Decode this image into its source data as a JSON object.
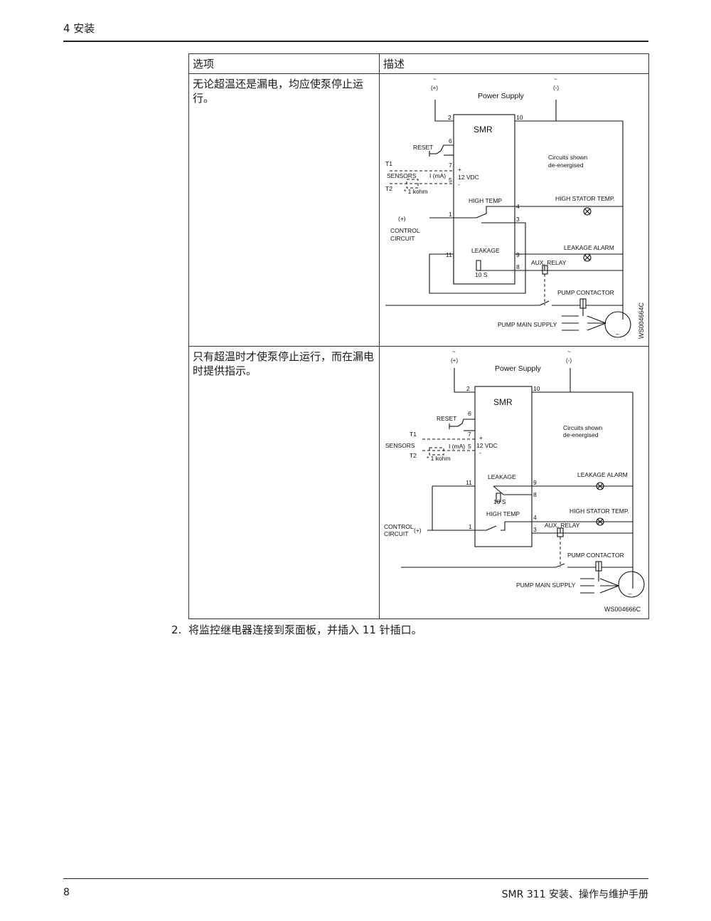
{
  "header": {
    "section": "4 安装"
  },
  "table": {
    "col_option": "选项",
    "col_description": "描述",
    "rows": [
      {
        "option": "无论超温还是漏电，均应使泵停止运行。",
        "diagram": {
          "power_supply": "Power Supply",
          "ac_symbol_left": "~",
          "ac_symbol_right": "~",
          "plus": "(+)",
          "minus": "(-)",
          "smr": "SMR",
          "reset": "RESET",
          "t1": "T1",
          "t2": "T2",
          "sensors": "SENSORS",
          "current": "I (mA)",
          "vdc": "12 VDC",
          "kohm": "* 1 kohm",
          "pin_plus": "+",
          "pin_minus": "-",
          "circuits_l1": "Circuits shown",
          "circuits_l2": "de-energised",
          "high_temp": "HIGH TEMP",
          "high_stator": "HIGH STATOR TEMP.",
          "control_plus": "(+)",
          "control_l1": "CONTROL",
          "control_l2": "CIRCUIT",
          "leakage": "LEAKAGE",
          "leakage_alarm": "LEAKAGE ALARM",
          "aux_relay": "AUX. RELAY",
          "ten_s": "10 S",
          "pump_contactor": "PUMP CONTACTOR",
          "pump_main_supply": "PUMP MAIN SUPPLY",
          "motor_minus": "–",
          "code": "WS004664C",
          "pins": {
            "p2": "2",
            "p10": "10",
            "p6": "6",
            "p7": "7",
            "p5": "5",
            "p4": "4",
            "p1": "1",
            "p3": "3",
            "p11": "11",
            "p9": "9",
            "p8": "8"
          }
        }
      },
      {
        "option": "只有超温时才使泵停止运行，而在漏电时提供指示。",
        "diagram": {
          "power_supply": "Power Supply",
          "ac_symbol_left": "~",
          "ac_symbol_right": "~",
          "plus": "(+)",
          "minus": "(-)",
          "smr": "SMR",
          "reset": "RESET",
          "t1": "T1",
          "t2": "T2",
          "sensors": "SENSORS",
          "current": "I (mA)",
          "vdc": "12 VDC",
          "kohm": "* 1 kohm",
          "pin_plus": "+",
          "pin_minus": "-",
          "circuits_l1": "Circuits shown",
          "circuits_l2": "de-energised",
          "leakage": "LEAKAGE",
          "leakage_alarm": "LEAKAGE ALARM",
          "ten_s": "10 S",
          "high_temp": "HIGH TEMP",
          "high_stator": "HIGH STATOR TEMP.",
          "control_l1": "CONTROL",
          "control_l2": "CIRCUIT",
          "control_plus": "(+)",
          "aux_relay": "AUX. RELAY",
          "pump_contactor": "PUMP CONTACTOR",
          "pump_main_supply": "PUMP MAIN SUPPLY",
          "motor_minus": "–",
          "code": "WS004666C",
          "pins": {
            "p2": "2",
            "p10": "10",
            "p6": "6",
            "p7": "7",
            "p5": "5",
            "p11": "11",
            "p9": "9",
            "p8": "8",
            "p4": "4",
            "p1": "1",
            "p3": "3"
          }
        }
      }
    ]
  },
  "steps": [
    {
      "number": "2.",
      "text": "将监控继电器连接到泵面板，并插入 11 针插口。"
    }
  ],
  "footer": {
    "page": "8",
    "title": "SMR 311 安装、操作与维护手册"
  }
}
